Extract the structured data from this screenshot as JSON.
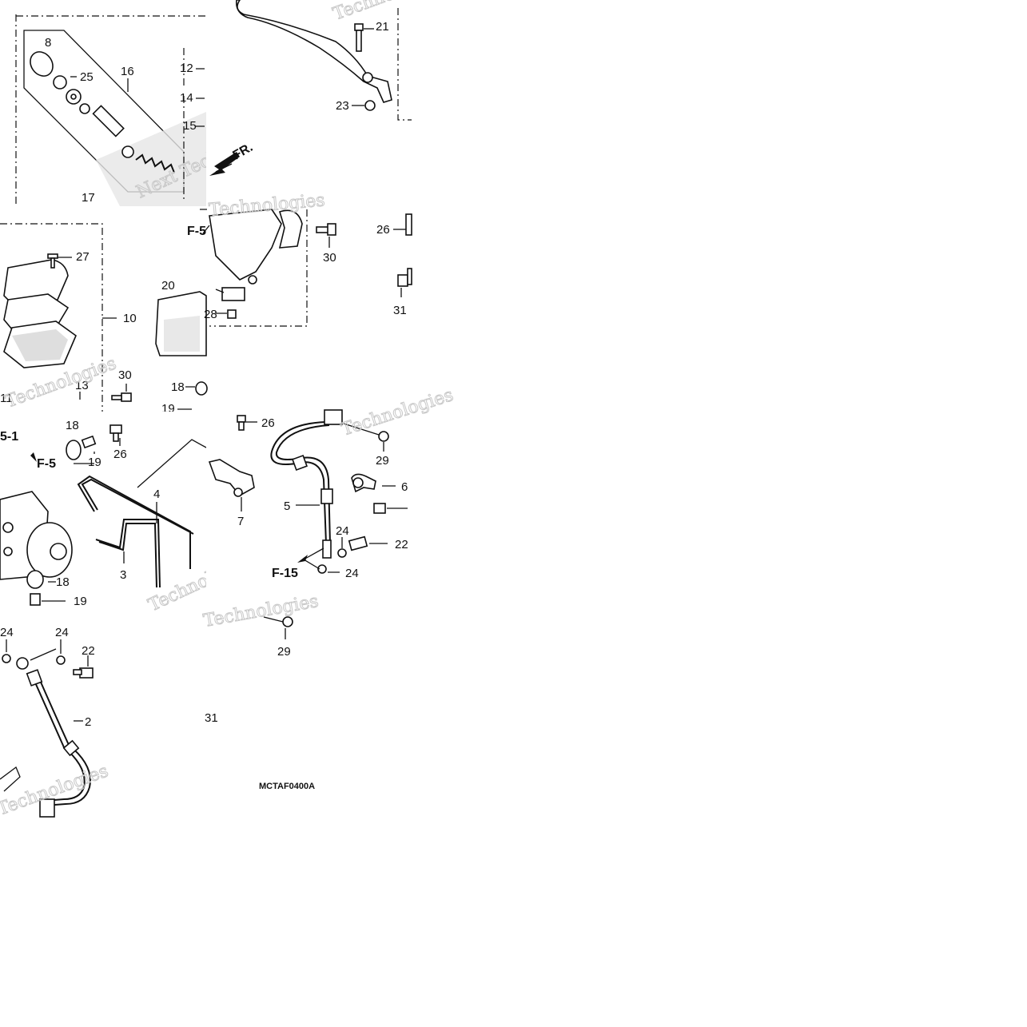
{
  "diagram": {
    "code": "MCTAF0400A",
    "arrow_fr": "FR.",
    "watermark_words": [
      "Technologies",
      "Technologies",
      "Next Technologies",
      "Technologies",
      "Technologies",
      "Technologies",
      "Technologies",
      "Technologies",
      "Technologies"
    ],
    "refs": {
      "f5_a": "F-5",
      "f5_b": "F-5",
      "f5_1": "5-1",
      "f15": "F-15"
    },
    "labels": {
      "p8": "8",
      "p25": "25",
      "p16": "16",
      "p12": "12",
      "p14": "14",
      "p15": "15",
      "p17": "17",
      "p21": "21",
      "p23": "23",
      "p27": "27",
      "p10": "10",
      "p30a": "30",
      "p13": "13",
      "p11": "11",
      "p20": "20",
      "p28": "28",
      "p18a": "18",
      "p19a": "19",
      "p30b": "30",
      "p26a": "26",
      "p31a": "31",
      "p18b": "18",
      "p19b": "19",
      "p26b": "26",
      "p4": "4",
      "p3": "3",
      "p18c": "18",
      "p19c": "19",
      "p26c": "26",
      "p7": "7",
      "p29a": "29",
      "p6": "6",
      "p5": "5",
      "p24a": "24",
      "p22a": "22",
      "p24b": "24",
      "p24c": "24",
      "p24d": "24",
      "p22b": "22",
      "p2": "2",
      "p29b": "29",
      "p31b": "31"
    }
  }
}
